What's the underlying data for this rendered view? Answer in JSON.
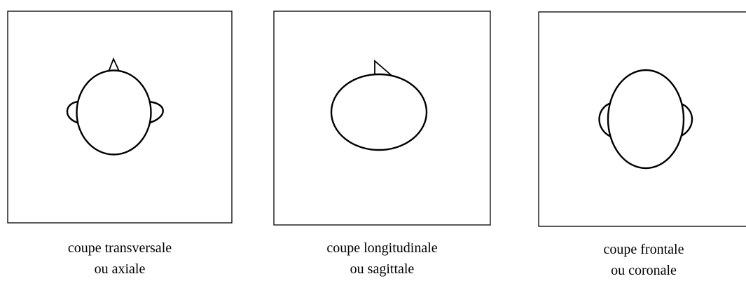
{
  "panels": [
    {
      "id": "transverse",
      "caption_line1": "coupe transversale",
      "caption_line2": "ou axiale"
    },
    {
      "id": "longitudinal",
      "caption_line1": "coupe longitudinale",
      "caption_line2": "ou sagittale"
    },
    {
      "id": "frontal",
      "caption_line1": "coupe frontale",
      "caption_line2": "ou coronale"
    }
  ]
}
